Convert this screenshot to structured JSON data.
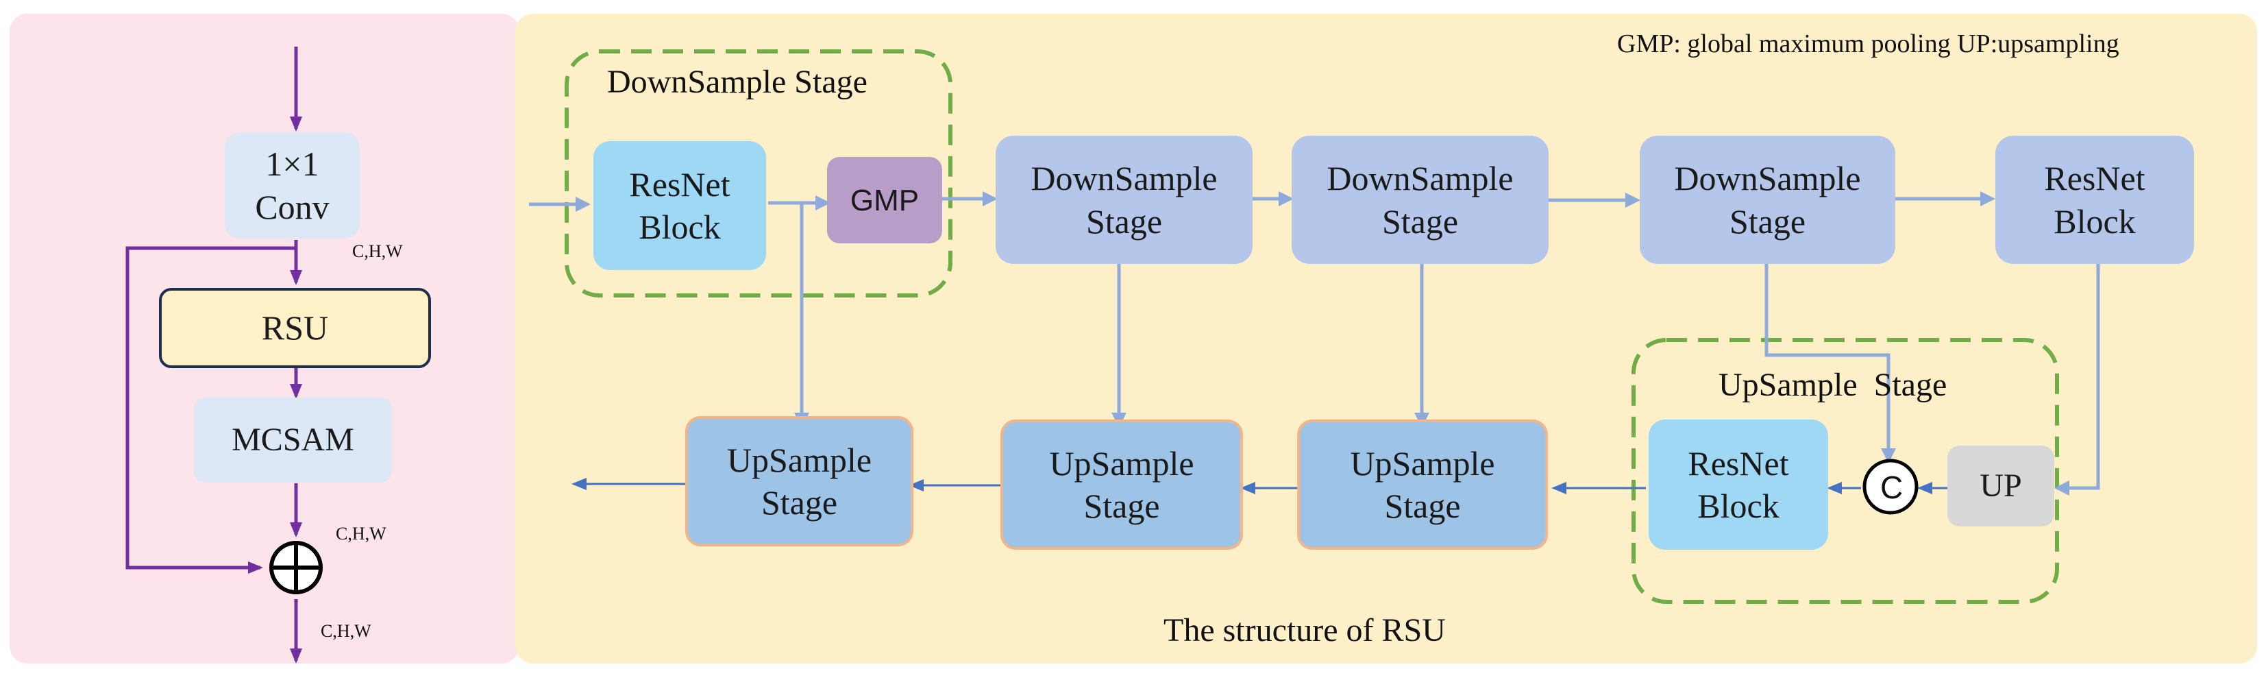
{
  "legend": "GMP: global maximum pooling UP:upsampling",
  "caption": "The structure of RSU",
  "left": {
    "conv": "1×1\nConv",
    "rsu": "RSU",
    "mcsam": "MCSAM",
    "dims": [
      "C,H,W",
      "C,H,W",
      "C,H,W"
    ]
  },
  "downsample_group": {
    "title": "DownSample Stage",
    "resnet": "ResNet\nBlock",
    "gmp": "GMP"
  },
  "top_row": [
    "DownSample\nStage",
    "DownSample\nStage",
    "DownSample\nStage",
    "ResNet\nBlock"
  ],
  "upsample_group": {
    "title": "UpSample  Stage",
    "resnet": "ResNet\nBlock",
    "concat": "C",
    "up": "UP"
  },
  "bottom_row": [
    "UpSample\nStage",
    "UpSample\nStage",
    "UpSample\nStage"
  ],
  "colors": {
    "arrow_blue": "#8eaadb",
    "arrow_purple": "#7030a0",
    "group_border": "#70ad47"
  }
}
